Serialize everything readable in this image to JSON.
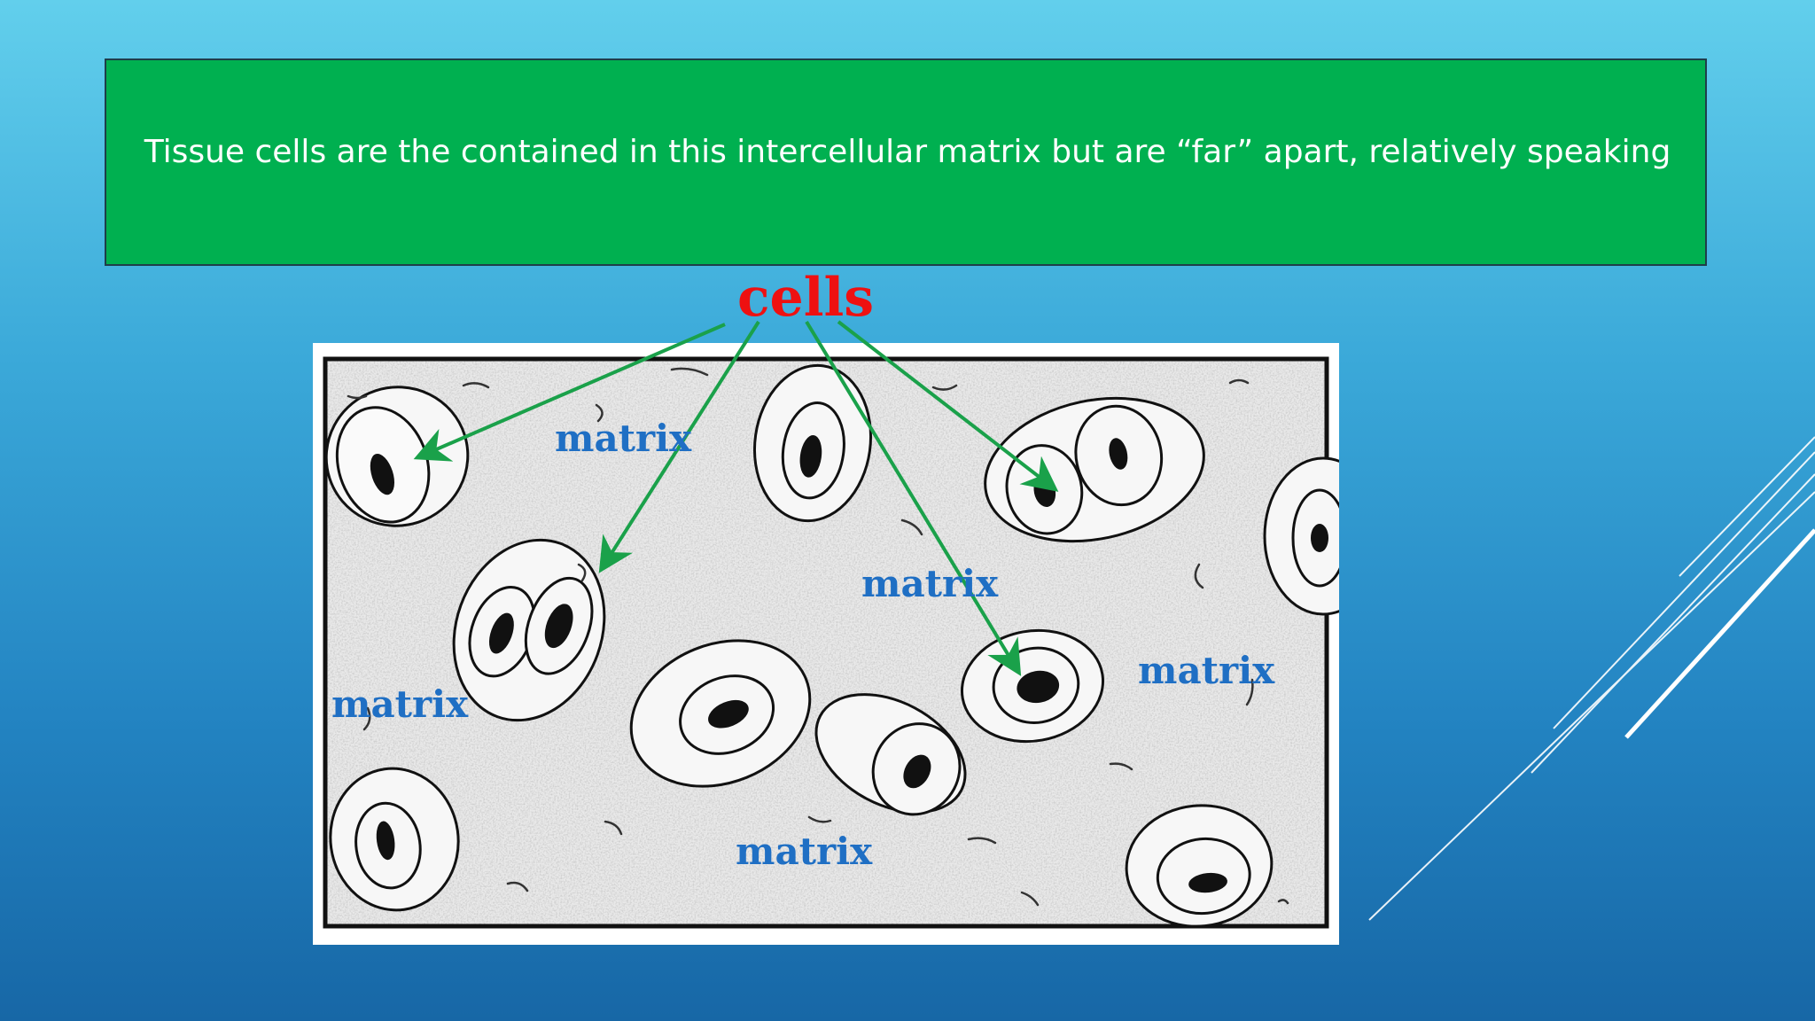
{
  "slide": {
    "background_top": "#62cfec",
    "background_bottom": "#1767a6",
    "title": "Tissue cells are the contained in this intercellular matrix but are “far” apart, relatively speaking",
    "title_box_color": "#00b050"
  },
  "diagram": {
    "cells_label": "cells",
    "cells_label_color": "#ee1111",
    "matrix_labels": [
      "matrix",
      "matrix",
      "matrix",
      "matrix",
      "matrix"
    ],
    "matrix_label_color": "#1f6fc4",
    "arrow_color": "#1aa14a"
  }
}
